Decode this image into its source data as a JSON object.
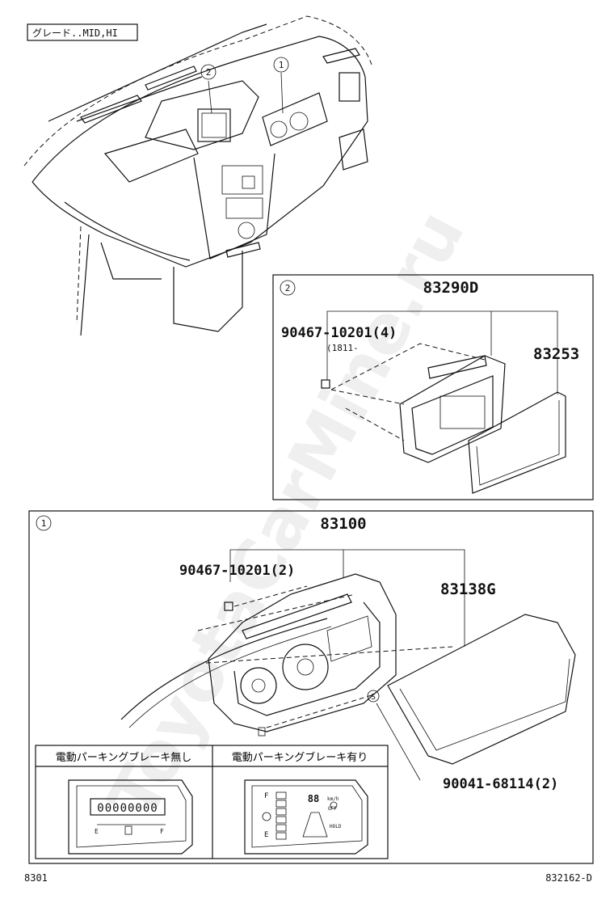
{
  "header": {
    "grade_label": "グレード..MID,HI"
  },
  "callouts": {
    "one": "1",
    "two": "2",
    "s_mark": "S"
  },
  "section2": {
    "assembly_part": "83290D",
    "screw_part": "90467-10201(4)",
    "screw_note": "(1811-",
    "panel_part": "83253"
  },
  "section1": {
    "assembly_part": "83100",
    "screw_part": "90467-10201(2)",
    "glass_part": "83138G",
    "screw2_part": "90041-68114(2)"
  },
  "variants": {
    "left_header": "電動パーキングブレーキ無し",
    "right_header": "電動パーキングブレーキ有り",
    "left_odometer": "00000000",
    "left_e": "E",
    "left_f": "F",
    "right_f": "F",
    "right_e": "E",
    "right_digits": "88",
    "right_unit": "km/h",
    "right_off": "OFF",
    "right_hold": "HOLD"
  },
  "footer": {
    "page_code": "8301",
    "drawing_id": "832162-D"
  },
  "watermark": "ToyotaCarMine.ru"
}
